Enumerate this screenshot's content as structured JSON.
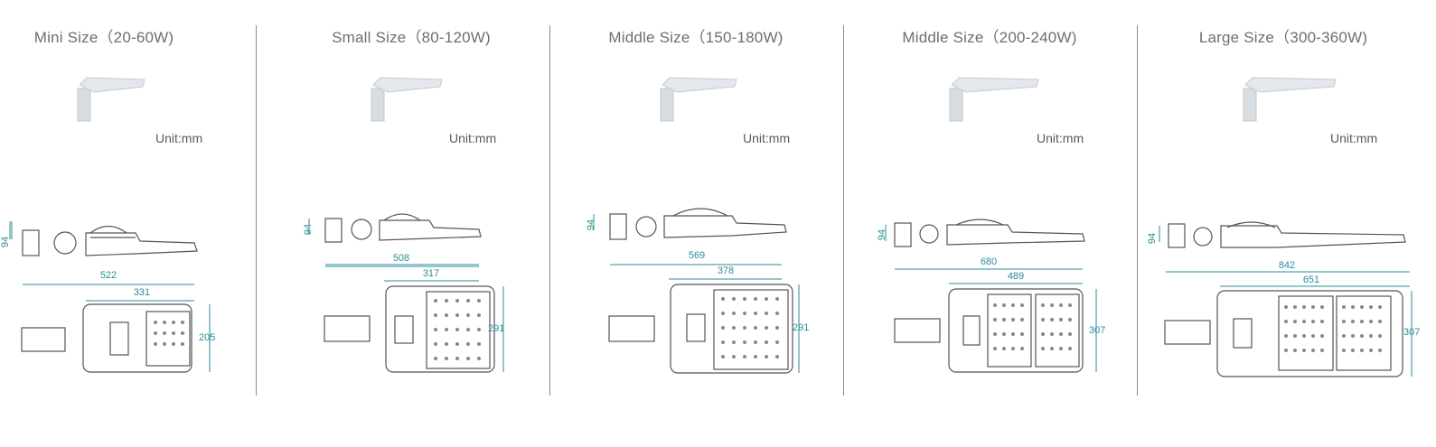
{
  "unit_label": "Unit:mm",
  "colors": {
    "dimension": "#2a8d9a",
    "outline": "#555555",
    "title": "#6e6e6e"
  },
  "panels": [
    {
      "title": "Mini Size（20-60W)",
      "height": "94",
      "overall_length": "522",
      "head_length": "331",
      "head_width": "205",
      "modules": 1
    },
    {
      "title": "Small Size（80-120W)",
      "height": "94",
      "overall_length": "508",
      "head_length": "317",
      "head_width": "291",
      "modules": 1
    },
    {
      "title": "Middle Size（150-180W)",
      "height": "94",
      "overall_length": "569",
      "head_length": "378",
      "head_width": "291",
      "modules": 1
    },
    {
      "title": "Middle Size（200-240W)",
      "height": "94",
      "overall_length": "680",
      "head_length": "489",
      "head_width": "307",
      "modules": 2
    },
    {
      "title": "Large Size（300-360W)",
      "height": "94",
      "overall_length": "842",
      "head_length": "651",
      "head_width": "307",
      "modules": 2
    }
  ]
}
